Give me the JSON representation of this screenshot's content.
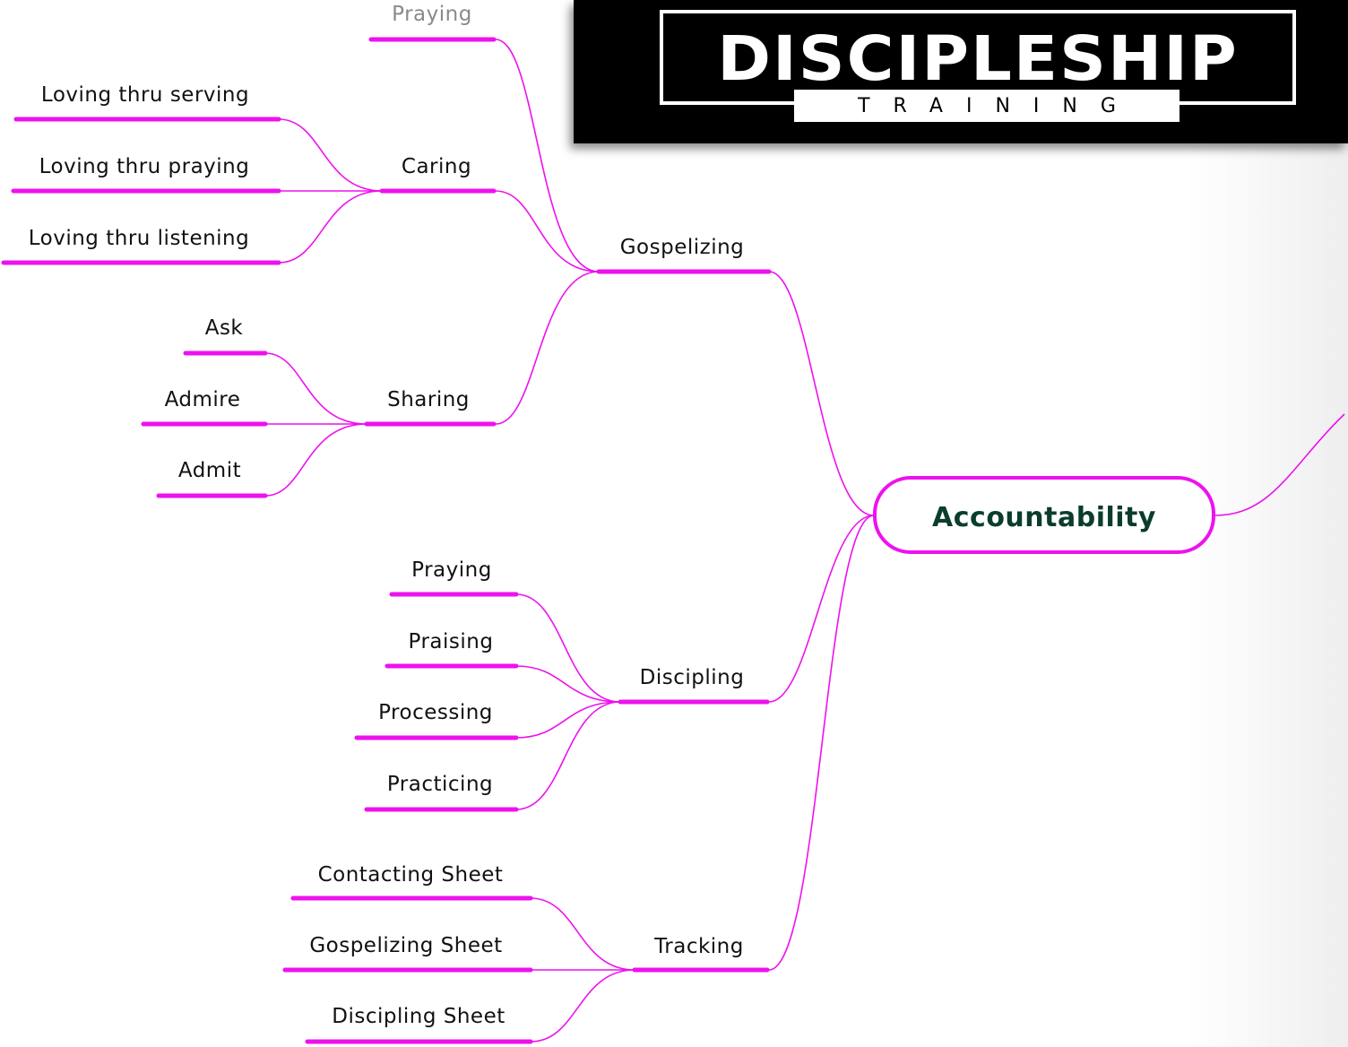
{
  "banner": {
    "title": "DISCIPLESHIP",
    "subtitle": "TRAINING"
  },
  "mindmap": {
    "root": "Accountability",
    "branches": [
      {
        "label": "Gospelizing",
        "children": [
          {
            "label": "Praying",
            "faded": true,
            "children": []
          },
          {
            "label": "Caring",
            "children": [
              {
                "label": "Loving thru serving"
              },
              {
                "label": "Loving thru praying"
              },
              {
                "label": "Loving thru listening"
              }
            ]
          },
          {
            "label": "Sharing",
            "children": [
              {
                "label": "Ask"
              },
              {
                "label": "Admire"
              },
              {
                "label": "Admit"
              }
            ]
          }
        ]
      },
      {
        "label": "Discipling",
        "children": [
          {
            "label": "Praying"
          },
          {
            "label": "Praising"
          },
          {
            "label": "Processing"
          },
          {
            "label": "Practicing"
          }
        ]
      },
      {
        "label": "Tracking",
        "children": [
          {
            "label": "Contacting Sheet"
          },
          {
            "label": "Gospelizing Sheet"
          },
          {
            "label": "Discipling Sheet"
          }
        ]
      }
    ]
  },
  "colors": {
    "connector": "#ee11ee",
    "root_text": "#0b3d2e",
    "banner_bg": "#000000"
  }
}
